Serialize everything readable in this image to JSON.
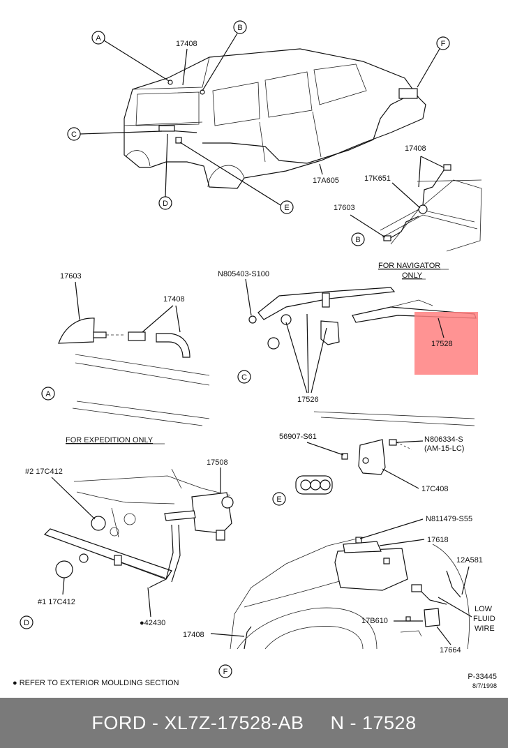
{
  "callouts": {
    "A": "A",
    "B": "B",
    "C": "C",
    "D": "D",
    "E": "E",
    "F": "F"
  },
  "top_view": {
    "p17408": "17408",
    "p17A605": "17A605"
  },
  "detail_b": {
    "p17408": "17408",
    "p17K651": "17K651",
    "p17603": "17603",
    "ref": "B"
  },
  "detail_a": {
    "p17603": "17603",
    "p17408": "17408",
    "ref": "A"
  },
  "detail_c": {
    "n805403": "N805403-S100",
    "navigator_l1": "FOR NAVIGATOR",
    "navigator_l2": "ONLY",
    "p17528": "17528",
    "p17526": "17526",
    "ref": "C",
    "highlight_color": "#ff8080"
  },
  "detail_e": {
    "s56907": "56907-S61",
    "n806334_l1": "N806334-S",
    "n806334_l2": "(AM-15-LC)",
    "p17C408": "17C408",
    "ref": "E"
  },
  "detail_d": {
    "expedition": "FOR EXPEDITION ONLY",
    "p2_17C412": "#2 17C412",
    "p17508": "17508",
    "p1_17C412": "#1 17C412",
    "p42430": "●42430",
    "ref": "D"
  },
  "detail_f": {
    "n811479": "N811479-S55",
    "p17618": "17618",
    "p12A581": "12A581",
    "low": "LOW",
    "fluid": "FLUID",
    "wire": "WIRE",
    "p17B610": "17B610",
    "p17408": "17408",
    "p17664": "17664",
    "ref": "F"
  },
  "notes": {
    "moulding": "●  REFER TO EXTERIOR MOULDING SECTION",
    "drawing_no": "P-33445",
    "date": "8/7/1998"
  },
  "footer": {
    "left": "FORD - XL7Z-17528-AB",
    "right": "N - 17528"
  }
}
